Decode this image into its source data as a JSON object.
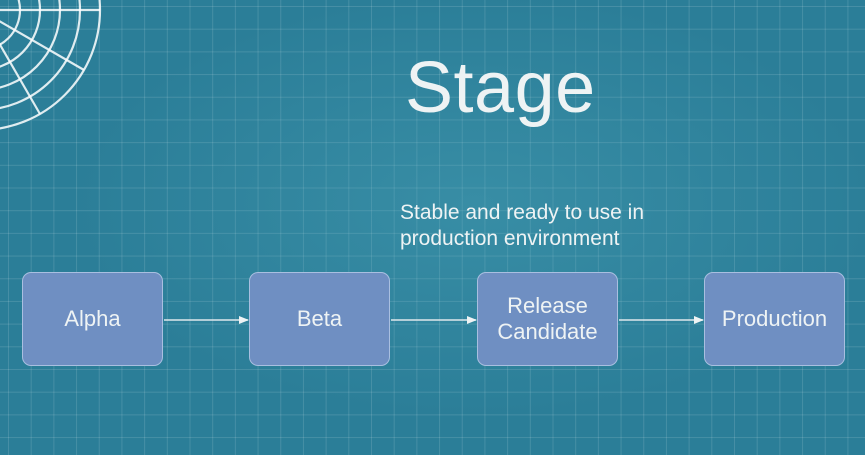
{
  "slide": {
    "title": "Stage",
    "annotation": "Stable and ready to use in production environment"
  },
  "stages": [
    {
      "label": "Alpha"
    },
    {
      "label": "Beta"
    },
    {
      "label": "Release Candidate"
    },
    {
      "label": "Production"
    }
  ],
  "colors": {
    "background": "#2b7e98",
    "box_fill": "#6f8fc2",
    "box_border": "#a9bfe0",
    "text": "#eef3f4"
  }
}
